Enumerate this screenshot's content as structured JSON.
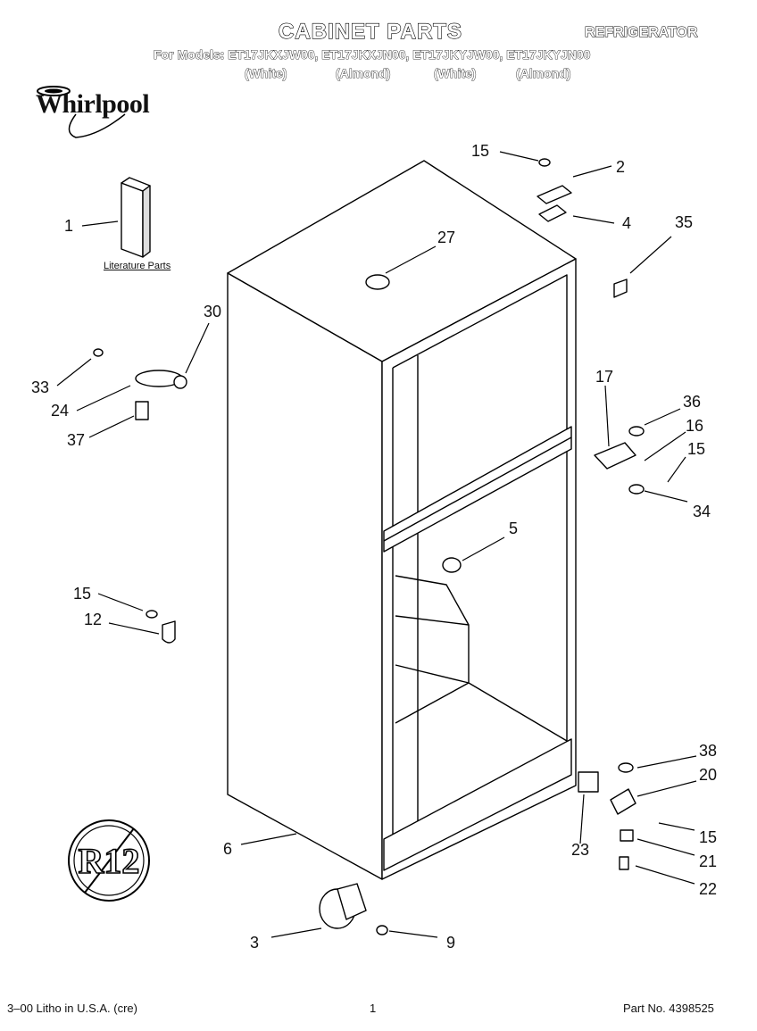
{
  "header": {
    "title": "CABINET PARTS",
    "category": "REFRIGERATOR",
    "models_line": "For Models: ET17JKXJW00, ET17JKXJN00, ET17JKYJW00, ET17JKYJN00",
    "colors": [
      "(White)",
      "(Almond)",
      "(White)",
      "(Almond)"
    ]
  },
  "brand": {
    "logo_text": "Whirlpool"
  },
  "labels": {
    "literature": "Literature Parts"
  },
  "callouts": {
    "c1": "1",
    "c2": "2",
    "c3": "3",
    "c4": "4",
    "c5": "5",
    "c6": "6",
    "c9": "9",
    "c12": "12",
    "c15a": "15",
    "c15b": "15",
    "c15c": "15",
    "c15d": "15",
    "c16": "16",
    "c17": "17",
    "c20": "20",
    "c21": "21",
    "c22": "22",
    "c23": "23",
    "c24": "24",
    "c27": "27",
    "c30": "30",
    "c33": "33",
    "c34": "34",
    "c35": "35",
    "c36": "36",
    "c37": "37",
    "c38": "38"
  },
  "badge": {
    "text": "R12"
  },
  "footer": {
    "litho": "3–00 Litho in U.S.A. (cre)",
    "page": "1",
    "part_no": "Part No. 4398525"
  }
}
